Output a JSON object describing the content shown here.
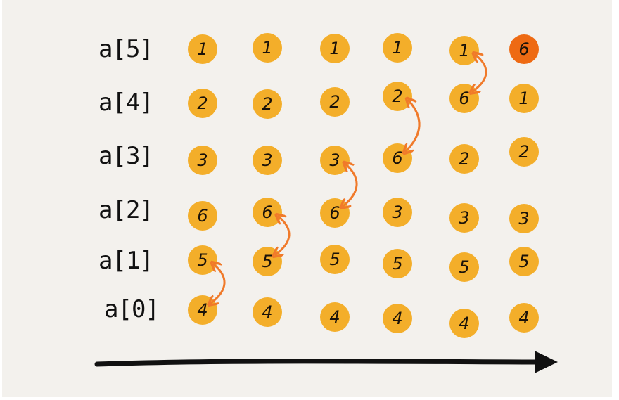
{
  "row_labels": [
    "a[5]",
    "a[4]",
    "a[3]",
    "a[2]",
    "a[1]",
    "a[0]"
  ],
  "columns": [
    {
      "values": [
        "1",
        "2",
        "3",
        "6",
        "5",
        "4"
      ]
    },
    {
      "values": [
        "1",
        "2",
        "3",
        "6",
        "5",
        "4"
      ]
    },
    {
      "values": [
        "1",
        "2",
        "3",
        "6",
        "5",
        "4"
      ]
    },
    {
      "values": [
        "1",
        "2",
        "6",
        "3",
        "5",
        "4"
      ]
    },
    {
      "values": [
        "1",
        "6",
        "2",
        "3",
        "5",
        "4"
      ]
    },
    {
      "values": [
        "6",
        "1",
        "2",
        "3",
        "5",
        "4"
      ]
    }
  ],
  "highlighted_cell": {
    "column": 5,
    "row": 0
  },
  "swaps": [
    {
      "column": 0,
      "rows": [
        4,
        5
      ]
    },
    {
      "column": 1,
      "rows": [
        3,
        4
      ]
    },
    {
      "column": 2,
      "rows": [
        2,
        3
      ]
    },
    {
      "column": 3,
      "rows": [
        1,
        2
      ]
    },
    {
      "column": 4,
      "rows": [
        0,
        1
      ]
    }
  ],
  "colors": {
    "ball": "#f3ae2a",
    "highlight": "#ee6a13",
    "swap_arrow": "#f07a2a",
    "axis": "#111111",
    "background": "#f3f1ed"
  }
}
